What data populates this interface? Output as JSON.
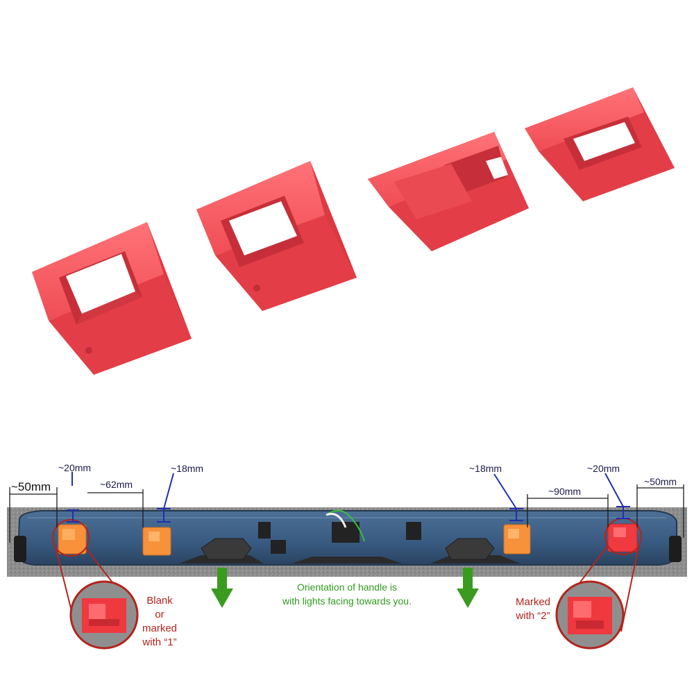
{
  "product": {
    "clip_count": 4,
    "color": "#f2545a"
  },
  "diagram": {
    "dimensions": {
      "left_edge": "~50mm",
      "left_outer_clip": "~20mm",
      "left_gap": "~62mm",
      "left_inner_clip": "~18mm",
      "right_inner_clip": "~18mm",
      "right_gap": "~90mm",
      "right_outer_clip": "~20mm",
      "right_edge": "~50mm"
    },
    "orientation_note": {
      "line1": "Orientation of handle is",
      "line2": "with lights facing towards you."
    },
    "left_callout": {
      "line1": "Blank",
      "line2": "or",
      "line3": "marked",
      "line4": "with “1”"
    },
    "right_callout": {
      "line1": "Marked",
      "line2": "with “2”"
    },
    "colors": {
      "callout_red": "#b3241b",
      "arrow_green": "#3a9b1f",
      "dimension_blue": "#1f2fb0",
      "clip_orange": "#f7913a",
      "clip_red": "#ef3a3f",
      "handle_blue": "#3d5f86"
    }
  }
}
